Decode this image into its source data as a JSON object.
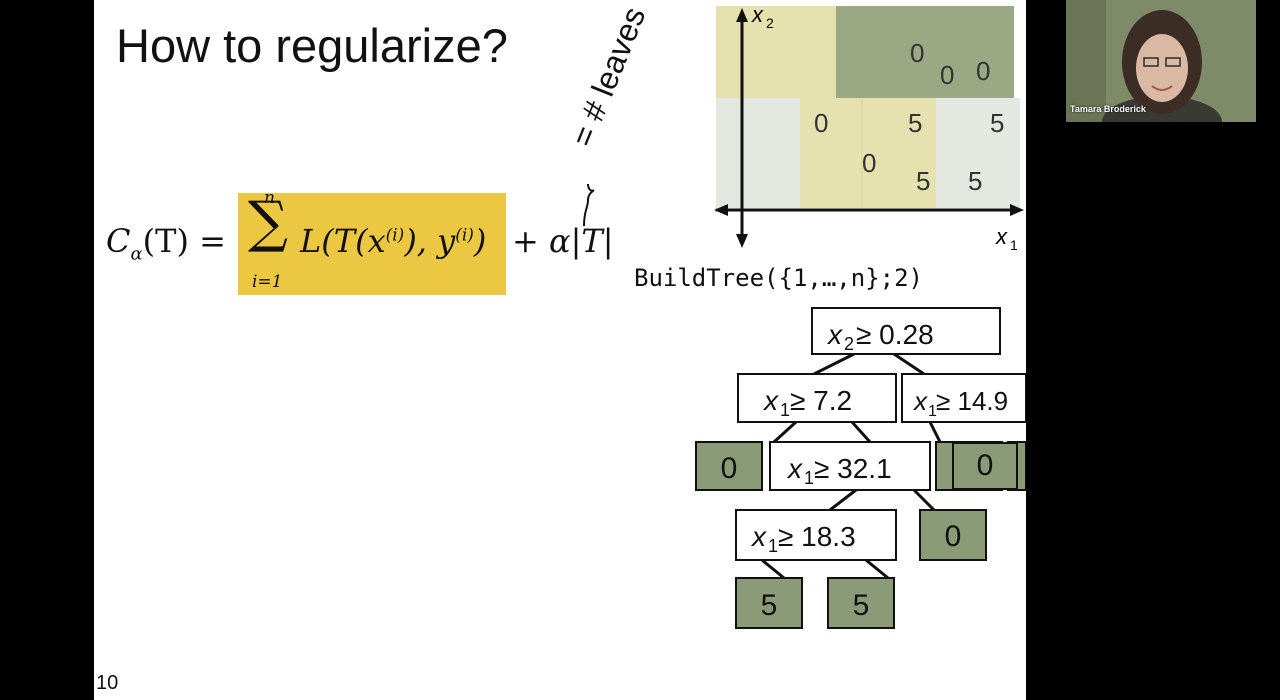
{
  "slide": {
    "title": "How to regularize?",
    "slide_number": "10",
    "formula": {
      "lhs": "C",
      "lhs_sub": "α",
      "lhs_arg": "(T) =",
      "sum_upper": "n",
      "sum_lower": "i=1",
      "sum_symbol": "∑",
      "loss": "L(T(x",
      "sup_i": "(i)",
      "loss_mid": "), y",
      "loss_end": ")",
      "penalty": "+ α|T|",
      "brace_annotation": "= # leaves"
    },
    "buildtree_call": "BuildTree({1,…,n};2)",
    "scatter": {
      "x_axis_label": "x",
      "x_axis_sub": "1",
      "y_axis_label": "x",
      "y_axis_sub": "2",
      "labels": [
        "0",
        "0",
        "0",
        "0",
        "5",
        "5",
        "0",
        "0",
        "5",
        "5",
        "0"
      ]
    },
    "tree": {
      "nodes": {
        "root": {
          "var": "x",
          "sub": "2",
          "cond": " ≥ 0.28"
        },
        "left": {
          "var": "x",
          "sub": "1",
          "cond": " ≥ 7.2"
        },
        "right": {
          "var": "x",
          "sub": "1",
          "cond": " ≥ 14.9"
        },
        "mid": {
          "var": "x",
          "sub": "1",
          "cond": " ≥ 32.1"
        },
        "deep": {
          "var": "x",
          "sub": "1",
          "cond": " ≥ 18.3"
        }
      },
      "leaves": [
        "0",
        "0",
        "0",
        "0",
        "5",
        "5"
      ]
    },
    "colors": {
      "highlight": "#ecc842",
      "leaf": "#8b9b78",
      "region_yellow": "#e5e2b0",
      "region_green": "#9aa884",
      "region_gray": "#e5e8e1"
    }
  },
  "webcam": {
    "participant_name": "Tamara Broderick"
  }
}
